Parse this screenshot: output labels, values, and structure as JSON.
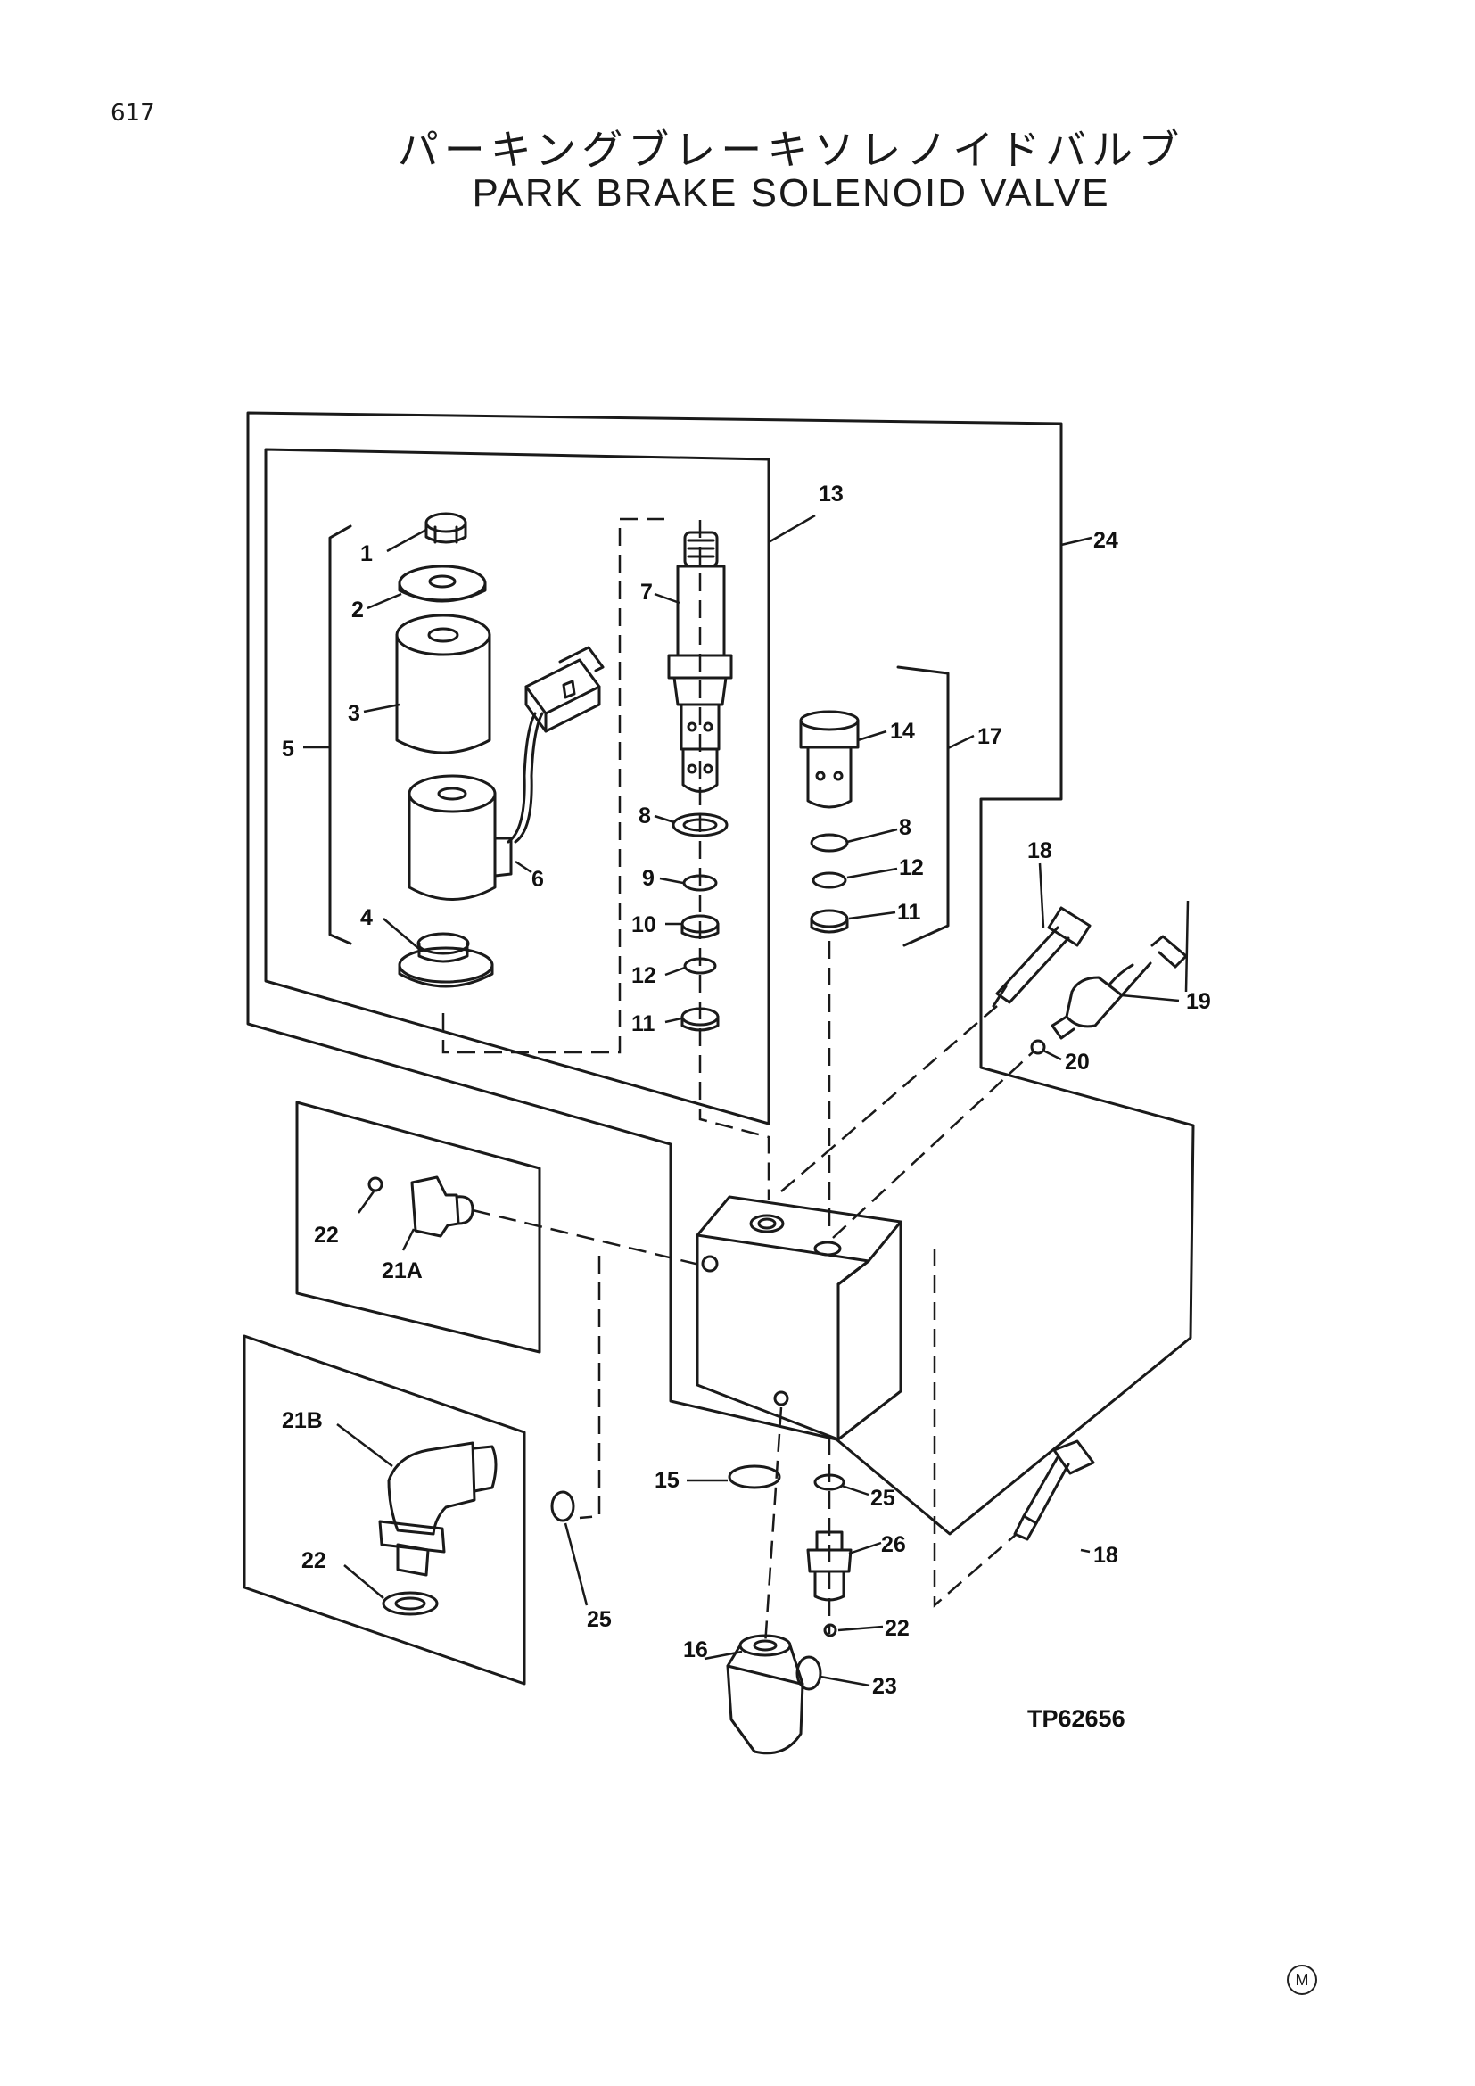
{
  "page_number": "617",
  "title_jp": "パーキングブレーキソレノイドバルブ",
  "title_en": "PARK BRAKE SOLENOID VALVE",
  "drawing_ref": "TP62656",
  "corner_mark": "M",
  "callouts": {
    "c1": "1",
    "c2": "2",
    "c3": "3",
    "c4": "4",
    "c5": "5",
    "c6": "6",
    "c7": "7",
    "c8a": "8",
    "c8b": "8",
    "c9": "9",
    "c10": "10",
    "c11a": "11",
    "c11b": "11",
    "c12a": "12",
    "c12b": "12",
    "c13": "13",
    "c14": "14",
    "c15": "15",
    "c16": "16",
    "c17": "17",
    "c18a": "18",
    "c18b": "18",
    "c19": "19",
    "c20": "20",
    "c21a": "21A",
    "c21b": "21B",
    "c22a": "22",
    "c22b": "22",
    "c22c": "22",
    "c23": "23",
    "c24": "24",
    "c25a": "25",
    "c25b": "25",
    "c26": "26"
  }
}
